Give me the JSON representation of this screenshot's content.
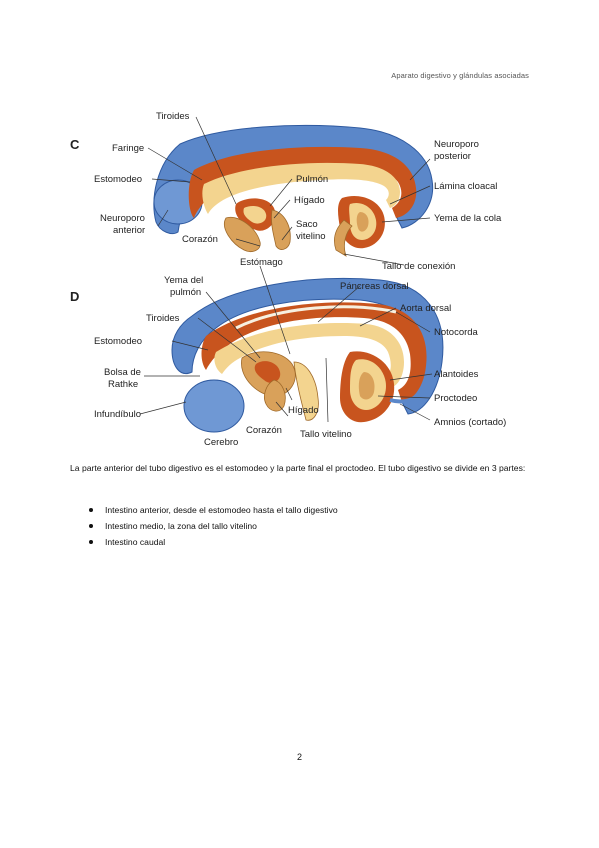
{
  "header": {
    "running_title": "Aparato digestivo y glándulas asociadas"
  },
  "figure": {
    "panel_c": {
      "letter": "C",
      "labels": {
        "tiroides": "Tiroides",
        "faringe": "Faringe",
        "estomodeo": "Estomodeo",
        "neuroporo_anterior_1": "Neuroporo",
        "neuroporo_anterior_2": "anterior",
        "corazon": "Corazón",
        "pulmon": "Pulmón",
        "higado": "Hígado",
        "saco_vitelino_1": "Saco",
        "saco_vitelino_2": "vitelino",
        "neuroporo_posterior_1": "Neuroporo",
        "neuroporo_posterior_2": "posterior",
        "lamina_cloacal": "Lámina cloacal",
        "yema_cola": "Yema de la cola",
        "tallo_conexion": "Tallo de conexión"
      }
    },
    "panel_d": {
      "letter": "D",
      "labels": {
        "estomago": "Estómago",
        "yema_pulmon_1": "Yema del",
        "yema_pulmon_2": "pulmón",
        "tiroides": "Tiroides",
        "estomodeo": "Estomodeo",
        "bolsa_rathke_1": "Bolsa de",
        "bolsa_rathke_2": "Rathke",
        "infundibulo": "Infundíbulo",
        "cerebro": "Cerebro",
        "corazon": "Corazón",
        "higado": "Hígado",
        "tallo_vitelino": "Tallo vitelino",
        "pancreas_dorsal": "Páncreas dorsal",
        "aorta_dorsal": "Aorta dorsal",
        "notocorda": "Notocorda",
        "alantoides": "Alantoides",
        "proctodeo": "Proctodeo",
        "amnios": "Amnios (cortado)"
      }
    }
  },
  "content": {
    "paragraph": "La parte anterior del tubo digestivo es el estomodeo y la parte final el proctodeo. El tubo digestivo se divide en 3 partes:",
    "bullets": [
      "Intestino anterior, desde el estomodeo hasta el tallo digestivo",
      "Intestino medio, la zona del tallo vitelino",
      "Intestino caudal"
    ]
  },
  "page_number": "2",
  "colors": {
    "ectoderm_blue": "#5b87c9",
    "mesoderm_orange": "#c8541e",
    "endoderm_yellow": "#f3d48f",
    "tissue_tan": "#d9a15a"
  }
}
